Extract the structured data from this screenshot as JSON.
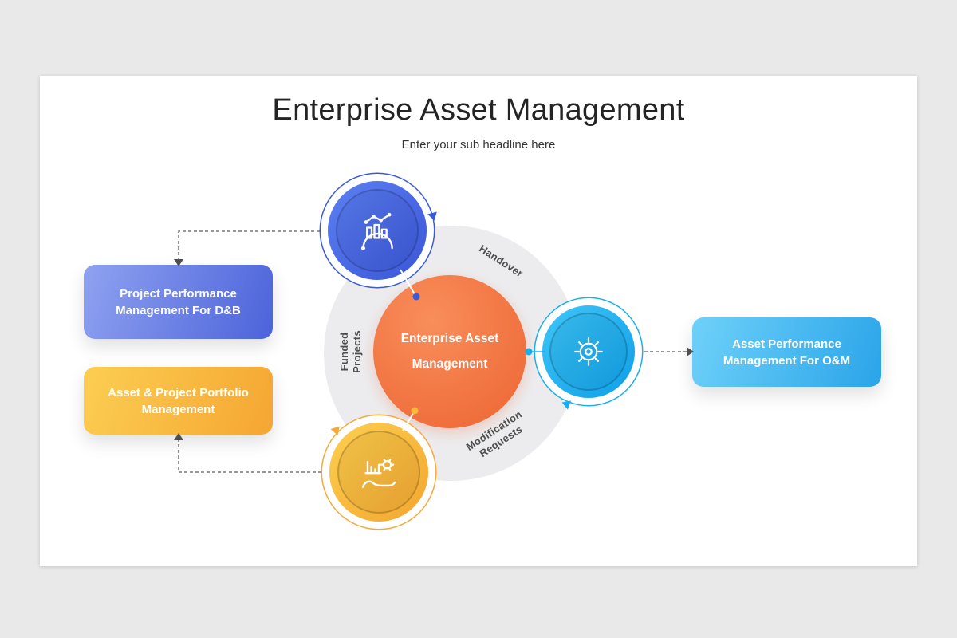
{
  "slide": {
    "title": "Enterprise Asset Management",
    "subtitle": "Enter your sub headline here"
  },
  "center_circle": {
    "line1": "Enterprise Asset",
    "line2": "Management"
  },
  "ring_labels": {
    "handover": "Handover",
    "funded_line1": "Funded",
    "funded_line2": "Projects",
    "modification_line1": "Modification",
    "modification_line2": "Requests"
  },
  "cards": {
    "project_performance": "Project Performance Management For D&B",
    "asset_portfolio": "Asset & Project Portfolio Management",
    "asset_performance": "Asset Performance Management For O&M"
  },
  "icons": {
    "blue": "analytics-chart-icon",
    "cyan": "gear-maintenance-icon",
    "yellow": "hand-assets-icon"
  },
  "colors": {
    "blue_node": "#4468e2",
    "cyan_node": "#1cb0f0",
    "yellow_node": "#f9b835",
    "orange_center": "#ee6f3a",
    "ring_gray": "#ececee",
    "connector_gray": "#5a5a5a"
  }
}
